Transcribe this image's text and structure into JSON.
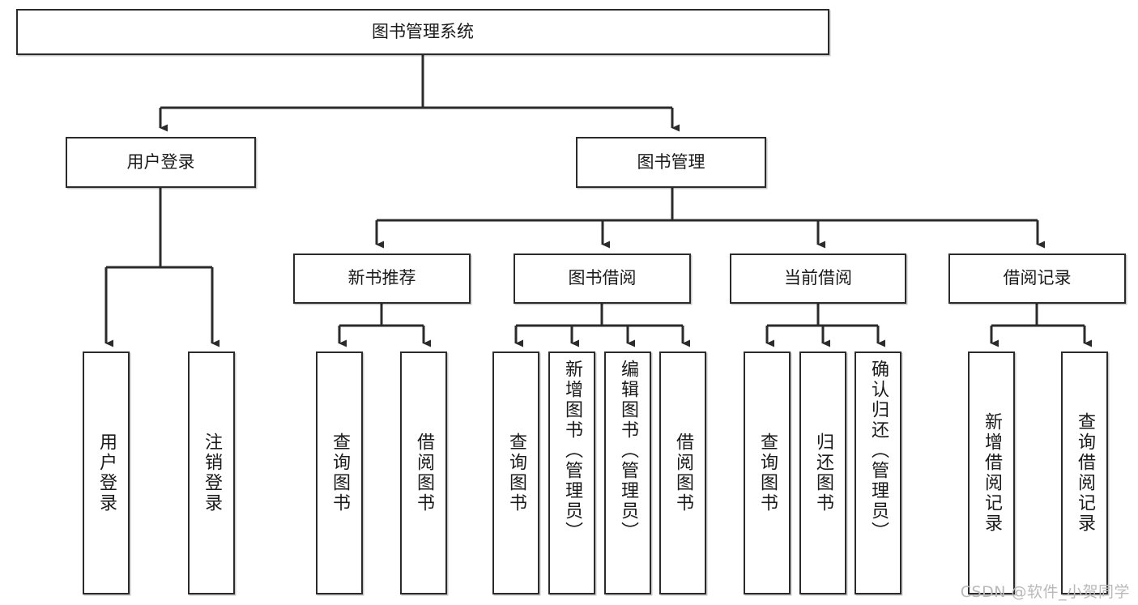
{
  "diagram": {
    "title": "图书管理系统",
    "type": "tree-hierarchy-chart",
    "root": {
      "id": "root",
      "label": "图书管理系统"
    },
    "level2": [
      {
        "id": "user-login",
        "label": "用户登录"
      },
      {
        "id": "book-manage",
        "label": "图书管理"
      }
    ],
    "level3": [
      {
        "id": "new-book-rec",
        "label": "新书推荐"
      },
      {
        "id": "book-borrow",
        "label": "图书借阅"
      },
      {
        "id": "current-borrow",
        "label": "当前借阅"
      },
      {
        "id": "borrow-record",
        "label": "借阅记录"
      }
    ],
    "leaves": [
      {
        "id": "leaf-user-login",
        "label": "用户登录",
        "parent": "user-login"
      },
      {
        "id": "leaf-user-logout",
        "label": "注销登录",
        "parent": "user-login"
      },
      {
        "id": "leaf-query-book-1",
        "label": "查询图书",
        "parent": "new-book-rec"
      },
      {
        "id": "leaf-borrow-book-1",
        "label": "借阅图书",
        "parent": "new-book-rec"
      },
      {
        "id": "leaf-query-book-2",
        "label": "查询图书",
        "parent": "book-borrow"
      },
      {
        "id": "leaf-add-book",
        "label": "新增图书（管理员）",
        "parent": "book-borrow"
      },
      {
        "id": "leaf-edit-book",
        "label": "编辑图书（管理员）",
        "parent": "book-borrow"
      },
      {
        "id": "leaf-borrow-book-2",
        "label": "借阅图书",
        "parent": "book-borrow"
      },
      {
        "id": "leaf-query-book-3",
        "label": "查询图书",
        "parent": "current-borrow"
      },
      {
        "id": "leaf-return-book",
        "label": "归还图书",
        "parent": "current-borrow"
      },
      {
        "id": "leaf-confirm-return",
        "label": "确认归还（管理员）",
        "parent": "current-borrow"
      },
      {
        "id": "leaf-add-record",
        "label": "新增借阅记录",
        "parent": "borrow-record"
      },
      {
        "id": "leaf-query-record",
        "label": "查询借阅记录",
        "parent": "borrow-record"
      }
    ],
    "watermark": "CSDN @软件_小贺同学",
    "colors": {
      "stroke": "#2b2b2b",
      "fill": "#ffffff",
      "text": "#1a1a1a",
      "watermark": "#b9b9b9"
    }
  }
}
